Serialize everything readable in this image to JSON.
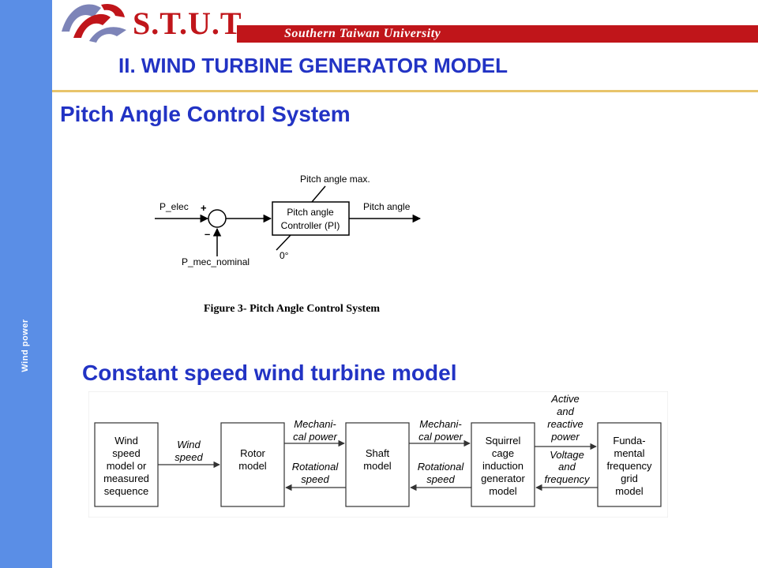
{
  "header": {
    "logo_text": "S.T.U.T",
    "university": "Southern Taiwan University",
    "title": "II. WIND TURBINE GENERATOR MODEL"
  },
  "sidebar": {
    "label": "Wind power"
  },
  "section1": {
    "title": "Pitch Angle Control System",
    "caption": "Figure 3- Pitch Angle Control System",
    "diagram": {
      "input_label": "P_elec",
      "plus_sign": "+",
      "minus_sign": "–",
      "nominal_label": "P_mec_nominal",
      "controller_line1": "Pitch angle",
      "controller_line2": "Controller (PI)",
      "max_label": "Pitch angle max.",
      "min_label": "0°",
      "output_label": "Pitch angle"
    }
  },
  "section2": {
    "title": "Constant speed wind turbine model",
    "blocks": {
      "wind": [
        "Wind",
        "speed",
        "model or",
        "measured",
        "sequence"
      ],
      "rotor": [
        "Rotor",
        "model"
      ],
      "shaft": [
        "Shaft",
        "model"
      ],
      "generator": [
        "Squirrel",
        "cage",
        "induction",
        "generator",
        "model"
      ],
      "grid": [
        "Funda-",
        "mental",
        "frequency",
        "grid",
        "model"
      ]
    },
    "signals": {
      "wind_speed": [
        "Wind",
        "speed"
      ],
      "mech_power_1": [
        "Mechani-",
        "cal power"
      ],
      "rot_speed_1": [
        "Rotational",
        "speed"
      ],
      "mech_power_2": [
        "Mechani-",
        "cal power"
      ],
      "rot_speed_2": [
        "Rotational",
        "speed"
      ],
      "active_power": [
        "Active",
        "and",
        "reactive",
        "power"
      ],
      "volt_freq": [
        "Voltage",
        "and",
        "frequency"
      ]
    }
  },
  "colors": {
    "sidebar": "#5a8ee6",
    "brand_red": "#c0151a",
    "title_blue": "#2233c4",
    "gold": "#e8c46a"
  }
}
